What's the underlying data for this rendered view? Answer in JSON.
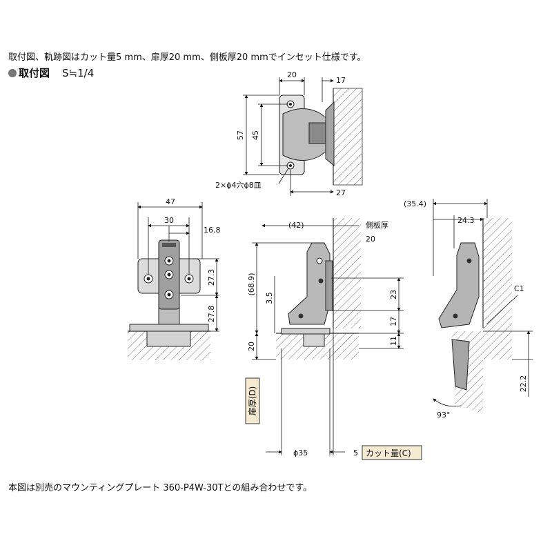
{
  "intro": "取付図、軌跡図はカット量5 mm、扉厚20 mm、側板厚20 mmでインセット仕様です。",
  "section": {
    "title": "取付図",
    "ratio": "S≒1/4"
  },
  "footer": "本図は別売のマウンティングプレート 360-P4W-30Tとの組み合わせです。",
  "top_view": {
    "dim_width": "20",
    "dim_right": "17",
    "dim_height": "57",
    "dim_hole_pitch": "45",
    "dim_bottom": "27",
    "holes_note": "2×ϕ4穴ϕ8皿"
  },
  "front_view": {
    "dim_overall": "47",
    "dim_pitch": "30",
    "dim_offset": "16.8",
    "dim_upper": "27.3",
    "dim_lower": "27.8"
  },
  "side_view": {
    "dim_depth": "(42)",
    "side_panel_label": "側板厚",
    "side_panel_value": "20",
    "dim_height": "(68.9)",
    "dim_offset": "3.5",
    "dim_plate_23": "23",
    "dim_plate_17": "17",
    "dim_11": "11",
    "dim_door": "20",
    "door_thickness_label": "扉厚(D)",
    "cup_diameter": "ϕ35",
    "cut_value": "5",
    "cut_label": "カット量(C)"
  },
  "trajectory_view": {
    "dim_outer": "(35.4)",
    "dim_inner": "24.3",
    "chamfer": "C1",
    "dim_gap": "22.2",
    "angle": "93°"
  }
}
